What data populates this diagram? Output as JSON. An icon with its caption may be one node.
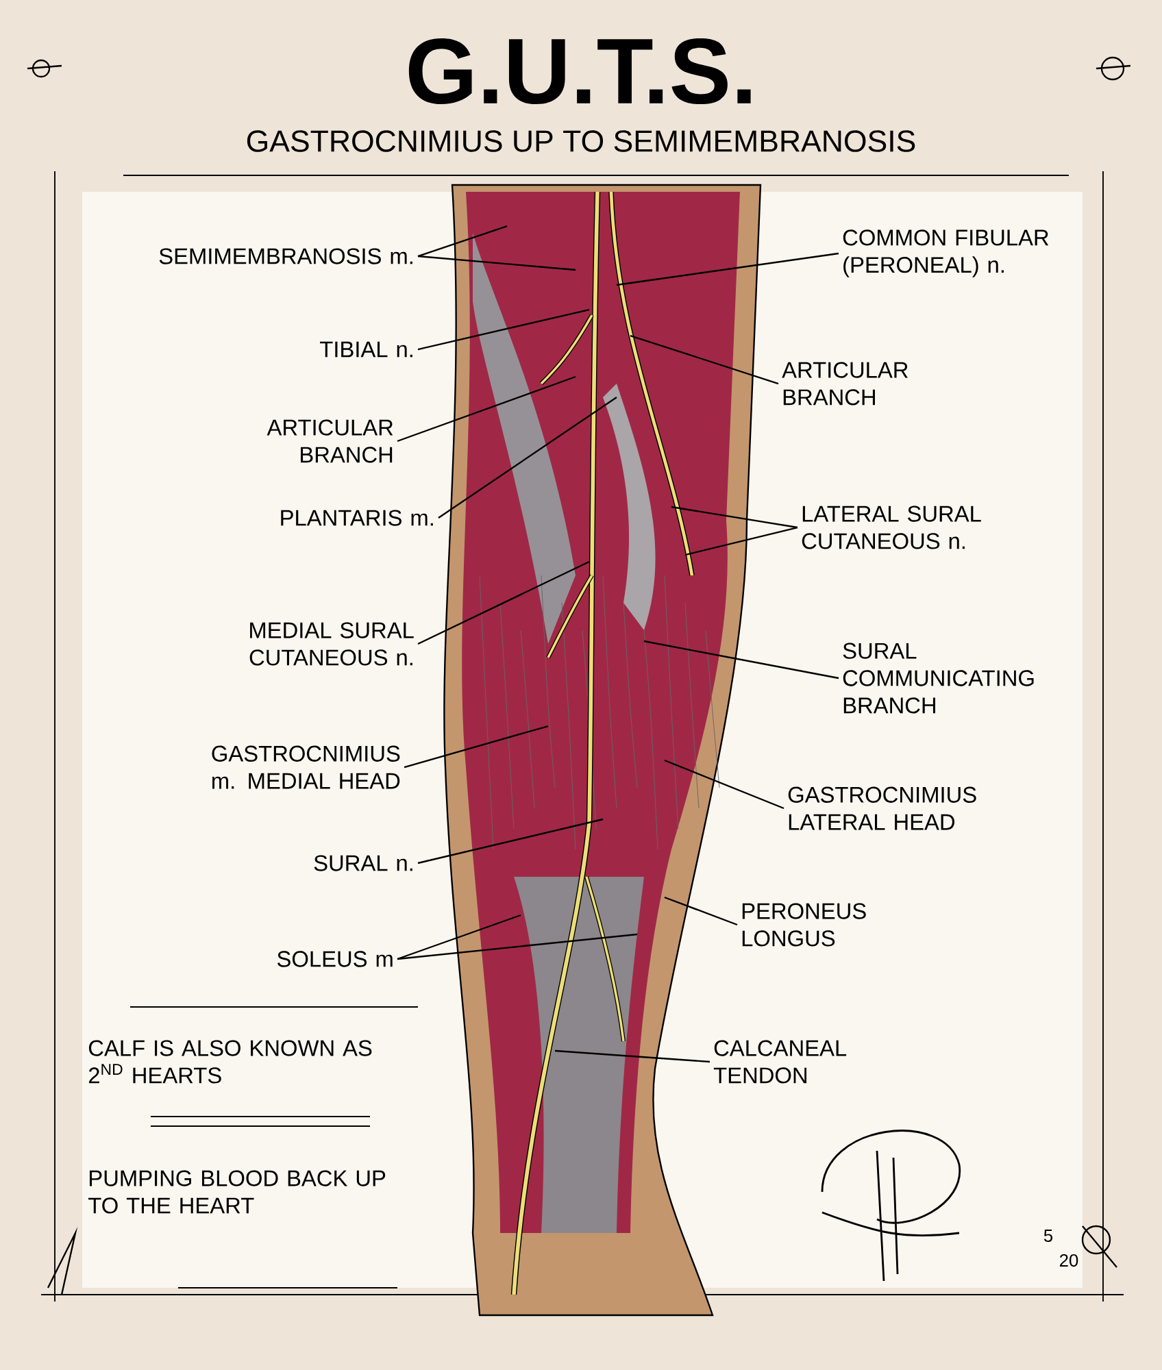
{
  "diagram": {
    "title": "G.U.T.S.",
    "nodes": [
      {
        "text": [
          "SEMIMEMBRANOSIS m."
        ]
      },
      {
        "text": [
          "TIBIAL n."
        ]
      },
      {
        "text": [
          "ARTICULAR BRANCH"
        ]
      },
      {
        "text": [
          "PLANTARIS m."
        ]
      },
      {
        "text": [
          "MEDIAL SURAL CUTANEOUS n."
        ]
      },
      {
        "text": [
          "GASTROCNIMIUS m. MEDIAL HEAD"
        ]
      },
      {
        "text": [
          "SURAL n."
        ]
      },
      {
        "text": [
          "SOLEUS m"
        ]
      },
      {
        "text": [
          "COMMON FIBULAR (PERONEAL) n."
        ]
      },
      {
        "text": [
          "ARTICULAR BRANCH"
        ]
      },
      {
        "text": [
          "LATERAL SURAL CUTANEOUS n."
        ]
      },
      {
        "text": [
          "SURAL COMMUNICATING BRANCH"
        ]
      },
      {
        "text": [
          "GASTROCNIMIUS LATERAL HEAD"
        ]
      },
      {
        "text": [
          "PERONEUS LONGUS"
        ]
      },
      {
        "text": [
          "CALCANEAL TENDON"
        ]
      }
    ],
    "edges": [
      {
        "from": 0,
        "to": null,
        "arrow": "none"
      },
      {
        "from": 0,
        "to": null,
        "arrow": "none"
      },
      {
        "from": 1,
        "to": null,
        "arrow": "none"
      },
      {
        "from": 2,
        "to": null,
        "arrow": "none"
      },
      {
        "from": 3,
        "to": null,
        "arrow": "none"
      },
      {
        "from": 4,
        "to": null,
        "arrow": "none"
      },
      {
        "from": 5,
        "to": null,
        "arrow": "none"
      },
      {
        "from": 6,
        "to": null,
        "arrow": "none"
      },
      {
        "from": 7,
        "to": null,
        "arrow": "none"
      },
      {
        "from": 7,
        "to": null,
        "arrow": "none"
      },
      {
        "from": 8,
        "to": null,
        "arrow": "none"
      },
      {
        "from": 9,
        "to": null,
        "arrow": "none"
      },
      {
        "from": 10,
        "to": null,
        "arrow": "none"
      },
      {
        "from": 10,
        "to": null,
        "arrow": "none"
      },
      {
        "from": 11,
        "to": null,
        "arrow": "none"
      },
      {
        "from": 12,
        "to": null,
        "arrow": "none"
      },
      {
        "from": 13,
        "to": null,
        "arrow": "none"
      },
      {
        "from": 14,
        "to": null,
        "arrow": "none"
      }
    ],
    "labels": [
      "GASTROCNIMIUS UP TO SEMIMEMBRANOSIS",
      "CALF IS ALSO KNOWN AS 2$^{ND}$ HEARTS",
      "PUMPING BLOOD BACK UP TO THE HEART",
      "5",
      "20"
    ]
  }
}
